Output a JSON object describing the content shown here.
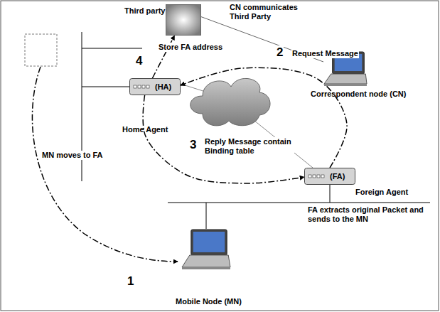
{
  "diagram": {
    "nodes": [
      {
        "text": [
          "Third party"
        ]
      },
      {
        "text": [
          "Correspondent node (CN)"
        ]
      },
      {
        "text": [
          "(HA)",
          "Home Agent"
        ]
      },
      {
        "text": [
          "(FA)",
          "Foreign Agent"
        ]
      },
      {
        "text": [
          "Mobile Node (MN)"
        ]
      }
    ],
    "edges": [
      {
        "from": 2,
        "to": 0,
        "arrow": "to",
        "label": "Store FA address"
      },
      {
        "from": 0,
        "to": 1,
        "arrow": "none",
        "label": "CN communicates Third Party"
      },
      {
        "from": 3,
        "to": 2,
        "arrow": "to",
        "label": "Request Message"
      },
      {
        "from": 2,
        "to": 3,
        "arrow": "to",
        "label": "Reply Message contain Binding table"
      }
    ],
    "labels": [
      "4",
      "2",
      "3",
      "1",
      "MN moves to FA",
      "FA extracts original Packet and sends to the MN"
    ]
  }
}
